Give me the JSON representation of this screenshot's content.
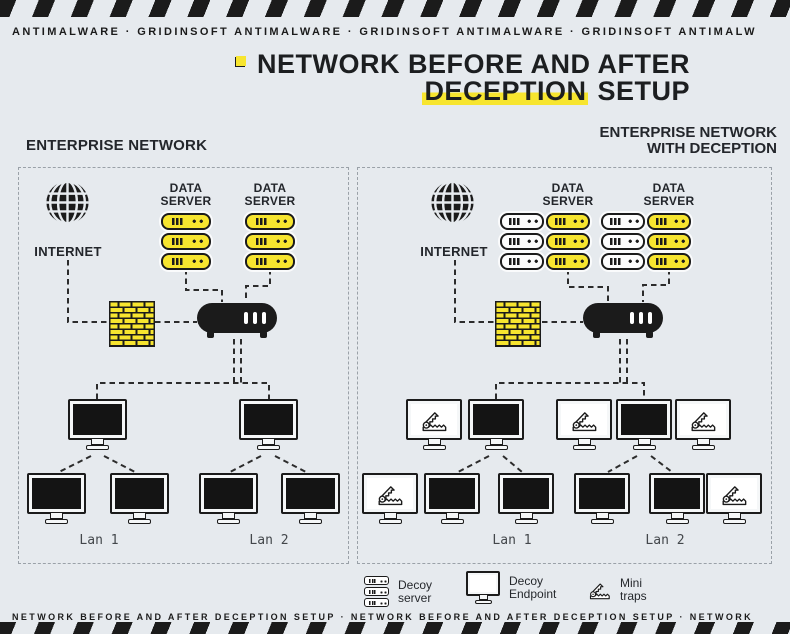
{
  "colors": {
    "background": "#e6eaee",
    "accent_yellow": "#f7e52f",
    "ink": "#1b1b1b",
    "panel_border": "#9aa1a8",
    "lan_text": "#43474b"
  },
  "icons": {
    "internet": "globe-grid",
    "firewall": "yellow-brick-wall",
    "router": "black-switch-3-ports",
    "data_server": "yellow-rack-stack",
    "decoy_server": "white-rack-stack",
    "workstation": "black-screen-monitor",
    "decoy_endpoint": "white-screen-monitor",
    "mini_trap": "bear-trap"
  },
  "top_banner": {
    "text": "ANTIMALWARE · GRIDINSOFT ANTIMALWARE · GRIDINSOFT ANTIMALWARE · GRIDINSOFT ANTIMALW"
  },
  "title": {
    "line1": "NETWORK BEFORE AND AFTER",
    "line2_highlighted": "DECEPTION",
    "line2_rest": "SETUP"
  },
  "panels": {
    "left": {
      "header": "ENTERPRISE NETWORK",
      "internet_label": "INTERNET",
      "data_server_labels": [
        "DATA SERVER",
        "DATA SERVER"
      ],
      "lan_labels": [
        "Lan 1",
        "Lan 2"
      ]
    },
    "right": {
      "header_line1": "ENTERPRISE NETWORK",
      "header_line2": "WITH DECEPTION",
      "internet_label": "INTERNET",
      "data_server_labels": [
        "DATA SERVER",
        "DATA SERVER"
      ],
      "lan_labels": [
        "Lan 1",
        "Lan 2"
      ]
    }
  },
  "legend": {
    "items": [
      {
        "icon": "decoy-server-icon",
        "label_line1": "Decoy",
        "label_line2": "server"
      },
      {
        "icon": "decoy-endpoint-icon",
        "label_line1": "Decoy",
        "label_line2": "Endpoint"
      },
      {
        "icon": "mini-trap-icon",
        "label_line1": "Mini",
        "label_line2": "traps"
      }
    ]
  },
  "bottom_banner": {
    "text": "NETWORK BEFORE AND AFTER DECEPTION SETUP · NETWORK BEFORE AND AFTER DECEPTION SETUP · NETWORK"
  }
}
